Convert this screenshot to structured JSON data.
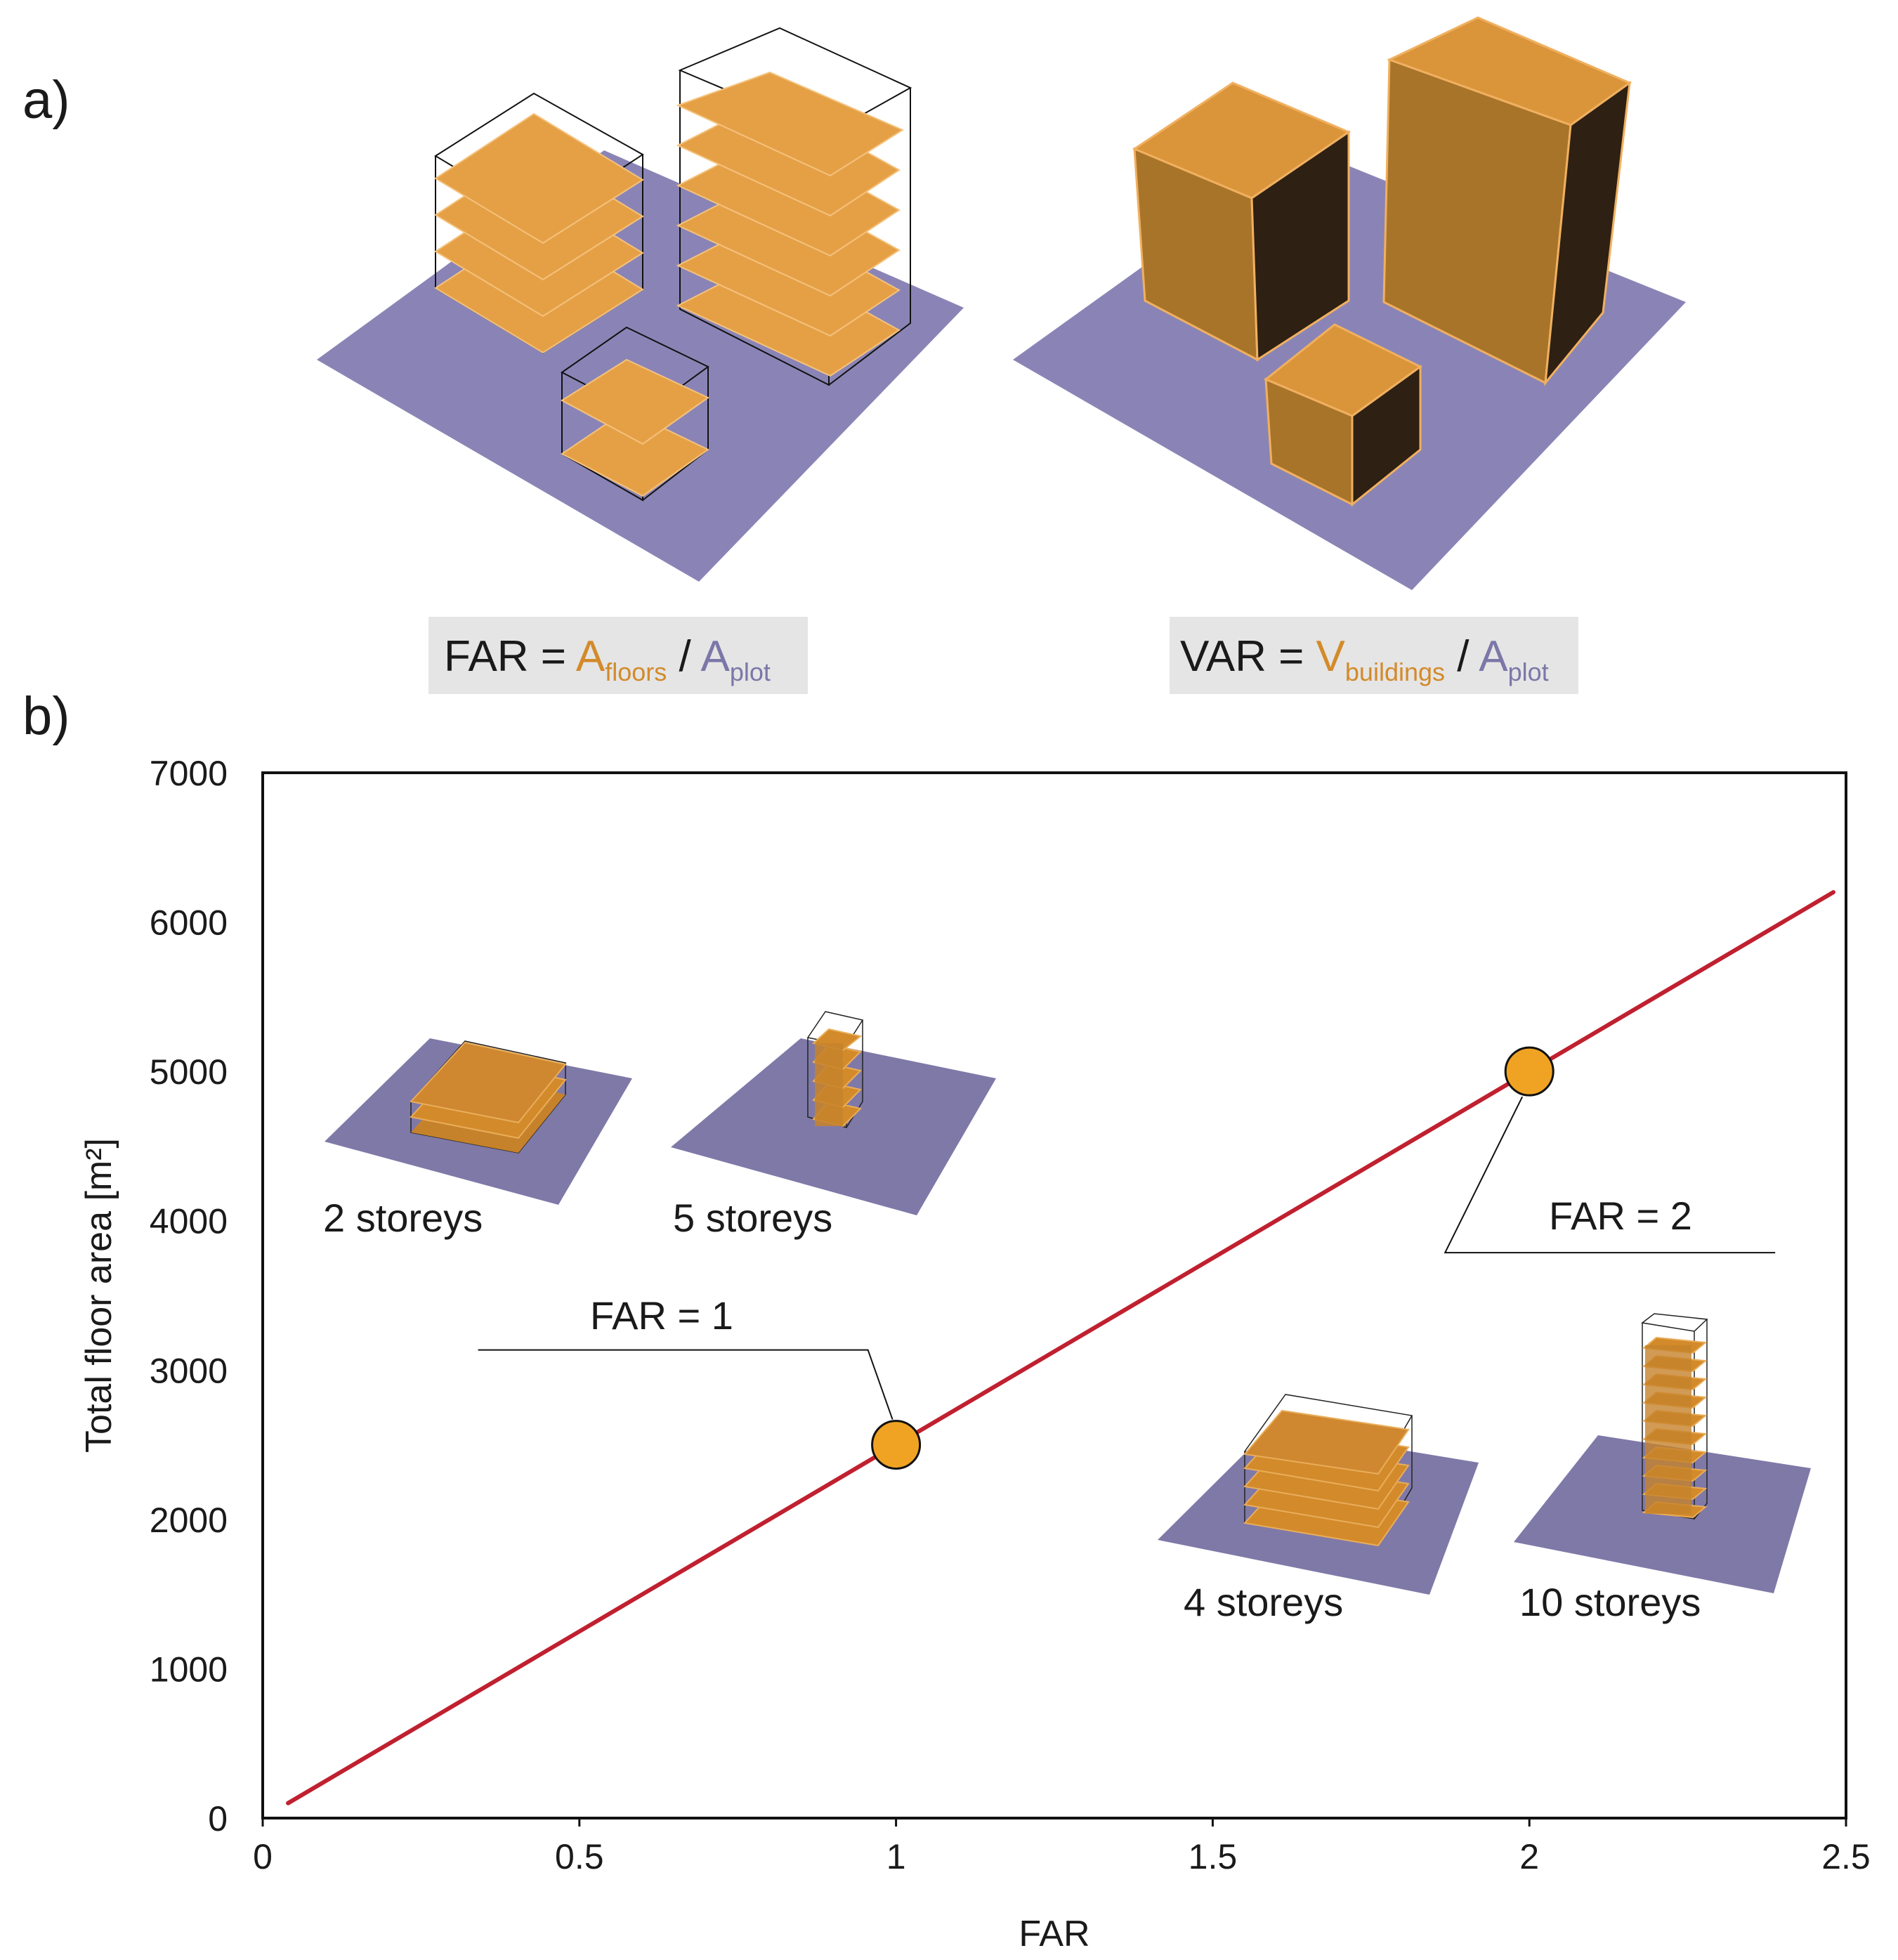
{
  "panel_a": {
    "label": "a)",
    "far_formula": {
      "lhs": "FAR = ",
      "num_base": "A",
      "num_sub": "floors",
      "sep": " / ",
      "den_base": "A",
      "den_sub": "plot"
    },
    "var_formula": {
      "lhs": "VAR = ",
      "num_base": "V",
      "num_sub": "buildings",
      "sep": " / ",
      "den_base": "A",
      "den_sub": "plot"
    }
  },
  "panel_b": {
    "label": "b)",
    "inset_labels": {
      "two": "2 storeys",
      "five": "5 storeys",
      "four": "4 storeys",
      "ten": "10 storeys"
    },
    "callouts": {
      "far1": "FAR = 1",
      "far2": "FAR = 2"
    }
  },
  "colors": {
    "floor_orange": "#e5a046",
    "plot_purple": "#8a84b6",
    "line_red": "#c0202f",
    "marker_fill": "#f0a323",
    "label_bg": "#e5e5e5"
  },
  "chart_data": {
    "type": "line",
    "xlabel": "FAR",
    "ylabel": "Total floor area [m²]",
    "xlim": [
      0,
      2.5
    ],
    "ylim": [
      0,
      7000
    ],
    "xticks": [
      0,
      0.5,
      1,
      1.5,
      2,
      2.5
    ],
    "xtick_labels": [
      "0",
      "0.5",
      "1",
      "1.5",
      "2",
      "2.5"
    ],
    "yticks": [
      0,
      1000,
      2000,
      3000,
      4000,
      5000,
      6000,
      7000
    ],
    "ytick_labels": [
      "0",
      "1000",
      "2000",
      "3000",
      "4000",
      "5000",
      "6000",
      "7000"
    ],
    "grid": false,
    "series": [
      {
        "x": [
          0.04,
          2.48
        ],
        "y": [
          100,
          6200
        ]
      }
    ],
    "highlight_points": [
      {
        "x": 1,
        "y": 2500
      },
      {
        "x": 2,
        "y": 5000
      }
    ]
  }
}
